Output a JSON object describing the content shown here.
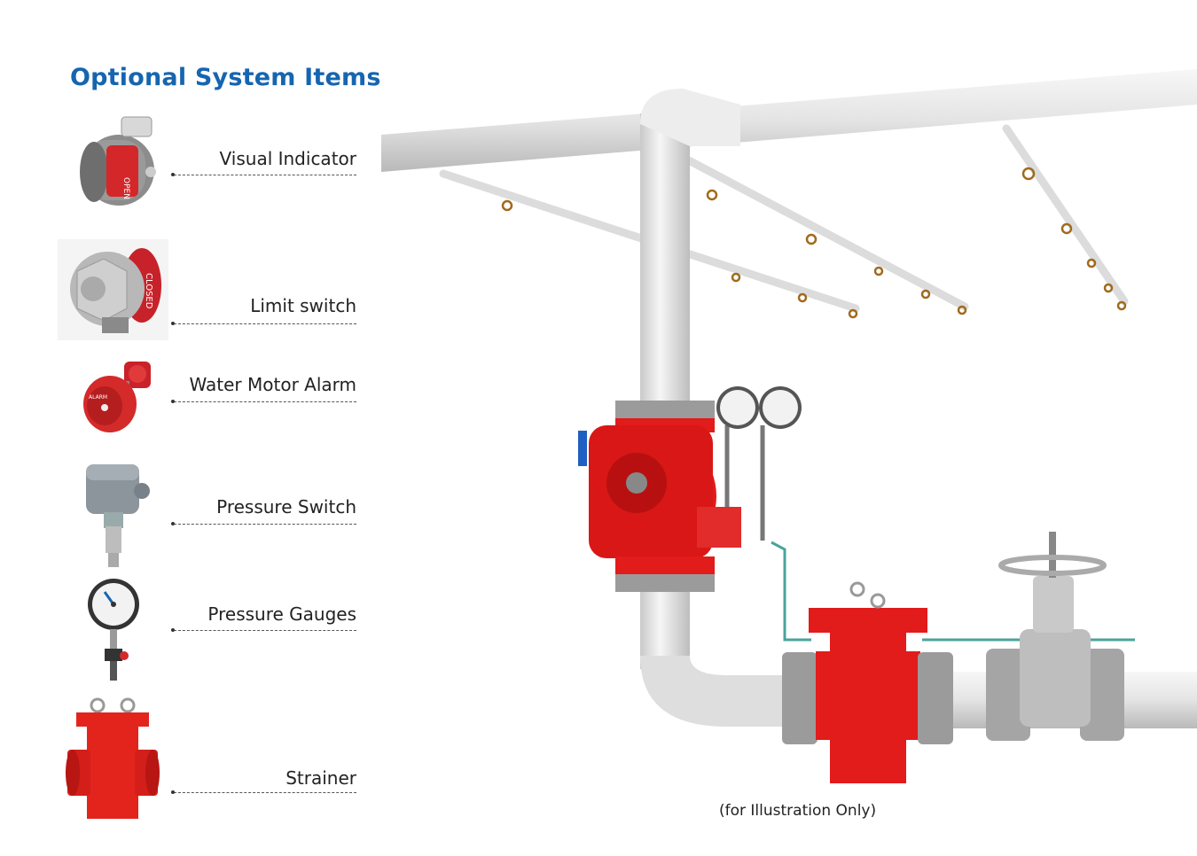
{
  "page": {
    "title": "Optional System Items",
    "caption": "(for Illustration Only)",
    "accent_color": "#1665b0",
    "valve_color": "#e21b1b",
    "pipe_color": "#e6e6e6"
  },
  "items": [
    {
      "label": "Visual Indicator",
      "icon": "visual-indicator-icon"
    },
    {
      "label": "Limit switch",
      "icon": "limit-switch-icon"
    },
    {
      "label": "Water Motor Alarm",
      "icon": "water-motor-alarm-icon"
    },
    {
      "label": "Pressure Switch",
      "icon": "pressure-switch-icon"
    },
    {
      "label": "Pressure Gauges",
      "icon": "pressure-gauge-icon"
    },
    {
      "label": "Strainer",
      "icon": "strainer-icon"
    }
  ]
}
